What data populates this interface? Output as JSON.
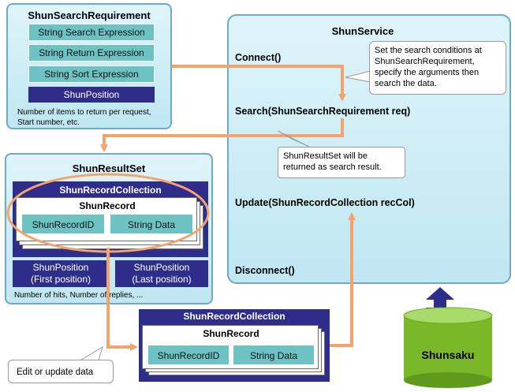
{
  "requirement": {
    "title": "ShunSearchRequirement",
    "items": [
      "String Search Expression",
      "String Return Expression",
      "String Sort Expression"
    ],
    "position_label": "ShunPosition",
    "note_line1": "Number of items to return per request,",
    "note_line2": "Start number, etc."
  },
  "service": {
    "title": "ShunService",
    "methods": {
      "connect": "Connect()",
      "search": "Search(ShunSearchRequirement req)",
      "update": "Update(ShunRecordCollection recCol)",
      "disconnect": "Disconnect()"
    },
    "bubble_search_lines": [
      "Set the search conditions at",
      "ShunSearchRequirement,",
      "specify the arguments then",
      "search the data."
    ],
    "bubble_result_lines": [
      "ShunResultSet will be",
      "returned as search result."
    ]
  },
  "result_set": {
    "title": "ShunResultSet",
    "collection_title": "ShunRecordCollection",
    "record_title": "ShunRecord",
    "record_id": "ShunRecordID",
    "record_data": "String Data",
    "first_pos_line1": "ShunPosition",
    "first_pos_line2": "(First position)",
    "last_pos_line1": "ShunPosition",
    "last_pos_line2": "(Last position)",
    "note": "Number of hits, Number of replies, ..."
  },
  "bottom_collection": {
    "title": "ShunRecordCollection",
    "record_title": "ShunRecord",
    "record_id": "ShunRecordID",
    "record_data": "String Data"
  },
  "edit_bubble": "Edit or update data",
  "database": "Shunsaku",
  "colors": {
    "arrow": "#f4a46a",
    "navy": "#2e2e8a",
    "teal": "#6dc2c4",
    "panel": "#cdebf5"
  }
}
